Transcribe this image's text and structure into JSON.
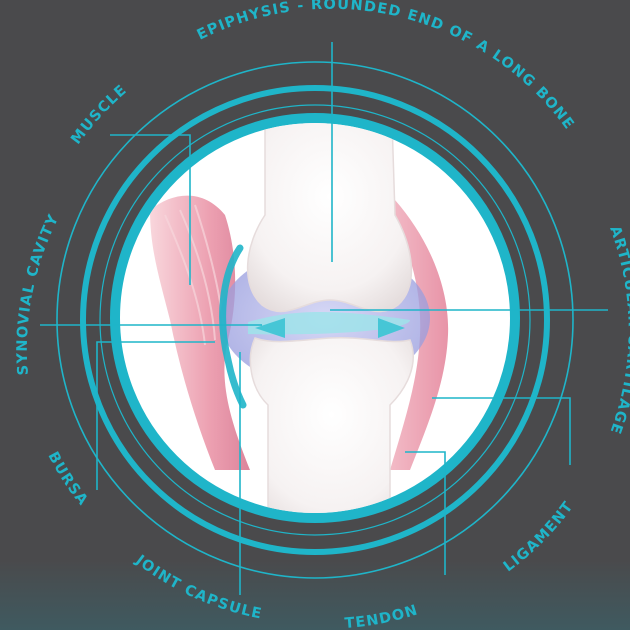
{
  "colors": {
    "background": "#4a4a4c",
    "accent": "#1fb5c9",
    "circle_fill": "#ffffff"
  },
  "labels": {
    "epiphysis": "EPIPHYSIS - ROUNDED END OF A LONG BONE",
    "muscle": "MUSCLE",
    "synovial_cavity": "SYNOVIAL CAVITY",
    "bursa": "BURSA",
    "joint_capsule": "JOINT CAPSULE",
    "tendon": "TENDON",
    "ligament": "LIGAMENT",
    "articular_cartilage": "ARTICULAR CARTILAGE"
  }
}
